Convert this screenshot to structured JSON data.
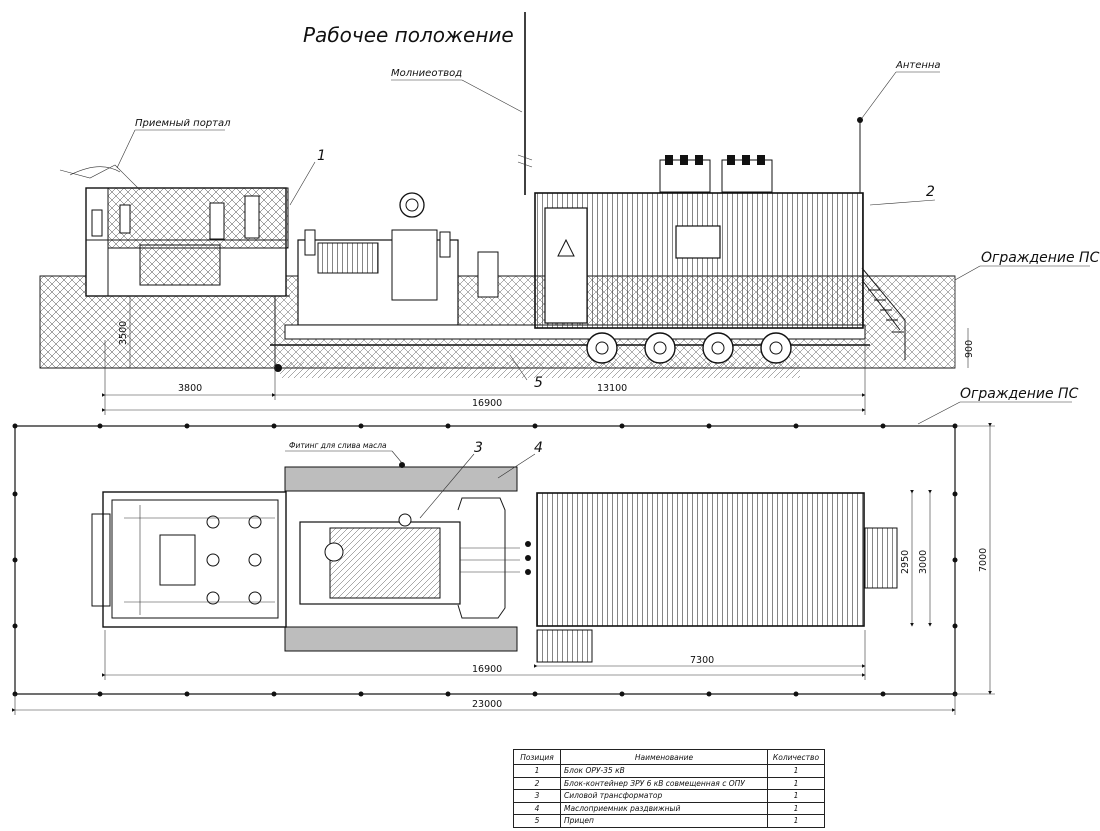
{
  "title": "Рабочее положение",
  "callouts": {
    "lightning_rod": "Молниеотвод",
    "antenna": "Антенна",
    "receiving_portal": "Приемный портал",
    "fence_top": "Ограждение ПС",
    "fence_bottom": "Ограждение ПС",
    "oil_drain_fitting": "Фитинг для слива масла"
  },
  "position_numbers": {
    "p1": "1",
    "p2": "2",
    "p3": "3",
    "p4": "4",
    "p5": "5"
  },
  "dimensions": {
    "side_3800": "3800",
    "side_13100": "13100",
    "side_16900": "16900",
    "side_3500": "3500",
    "side_900": "900",
    "plan_16900": "16900",
    "plan_7300": "7300",
    "plan_23000": "23000",
    "plan_2950": "2950",
    "plan_3000": "3000",
    "plan_7000": "7000"
  },
  "spec_table": {
    "headers": {
      "position": "Позиция",
      "name": "Наименование",
      "quantity": "Количество"
    },
    "rows": [
      {
        "position": "1",
        "name": "Блок ОРУ-35 кВ",
        "quantity": "1"
      },
      {
        "position": "2",
        "name": "Блок-контейнер ЗРУ 6 кВ совмещенная с ОПУ",
        "quantity": "1"
      },
      {
        "position": "3",
        "name": "Силовой трансформатор",
        "quantity": "1"
      },
      {
        "position": "4",
        "name": "Маслоприемник раздвижный",
        "quantity": "1"
      },
      {
        "position": "5",
        "name": "Прицеп",
        "quantity": "1"
      }
    ]
  }
}
